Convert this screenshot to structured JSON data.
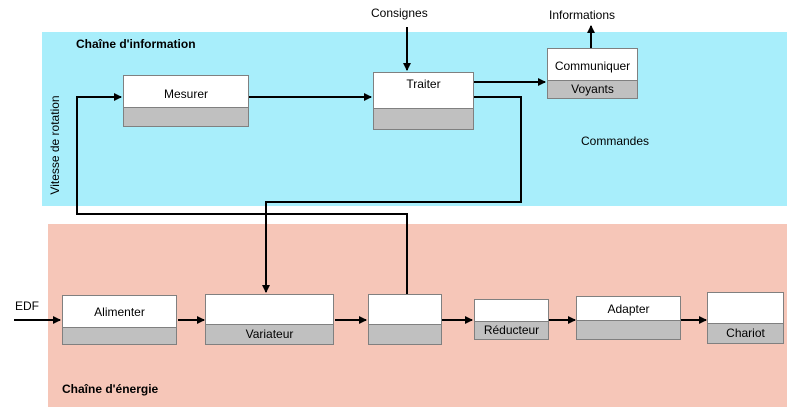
{
  "zones": {
    "information": {
      "title": "Chaîne d'information",
      "color": "#a8eefb"
    },
    "energy": {
      "title": "Chaîne d'énergie",
      "color": "#f6c6b8"
    }
  },
  "inputs": {
    "consignes": "Consignes",
    "informations": "Informations",
    "edf": "EDF"
  },
  "labels": {
    "vitesse_rotation": "Vitesse de rotation",
    "commandes": "Commandes"
  },
  "blocks": {
    "mesurer": {
      "label": "Mesurer",
      "sub": ""
    },
    "traiter": {
      "label": "Traiter",
      "sub": ""
    },
    "communiquer": {
      "label": "Communiquer",
      "sub": "Voyants"
    },
    "alimenter": {
      "label": "Alimenter",
      "sub": ""
    },
    "distribuer": {
      "label": "",
      "sub": "Variateur"
    },
    "convertir": {
      "label": "",
      "sub": ""
    },
    "transmettre": {
      "label": "",
      "sub": "Réducteur"
    },
    "adapter": {
      "label": "Adapter",
      "sub": ""
    },
    "agir": {
      "label": "",
      "sub": "Chariot"
    }
  },
  "colors": {
    "sub_band": "#c0c0c0",
    "border": "#808080",
    "wire": "#000000"
  }
}
